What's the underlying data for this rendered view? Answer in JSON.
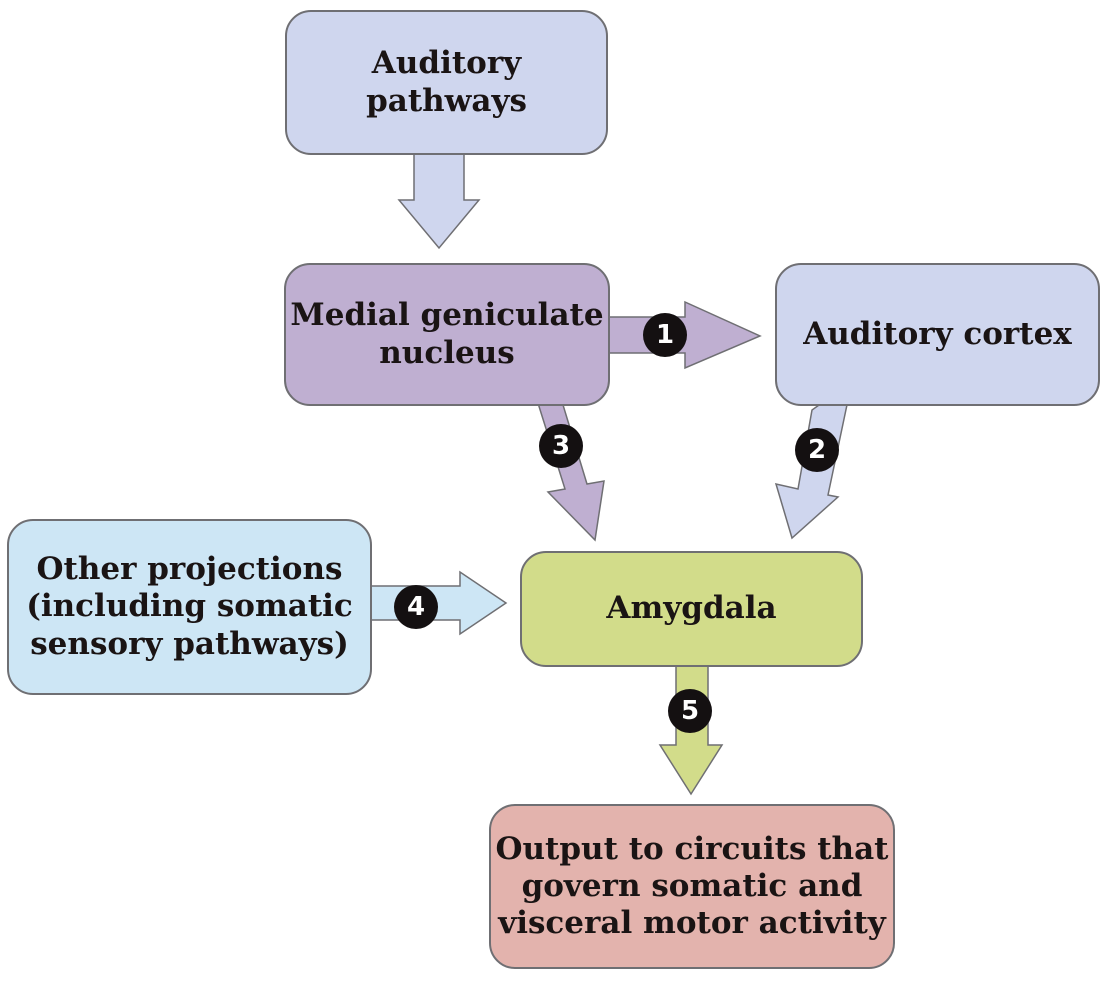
{
  "diagram": {
    "nodes": {
      "auditory_pathways": {
        "label": "Auditory\npathways",
        "color": "#cfd6ee"
      },
      "medial_geniculate": {
        "label": "Medial geniculate\nnucleus",
        "color": "#bfafd1"
      },
      "auditory_cortex": {
        "label": "Auditory cortex",
        "color": "#cfd6ee"
      },
      "other_projections": {
        "label": "Other projections\n(including somatic\nsensory pathways)",
        "color": "#cde6f5"
      },
      "amygdala": {
        "label": "Amygdala",
        "color": "#d2dc8a"
      },
      "output": {
        "label": "Output to circuits that\ngovern somatic and\nvisceral motor activity",
        "color": "#e3b3ad"
      }
    },
    "edges": [
      {
        "from": "auditory_pathways",
        "to": "medial_geniculate",
        "badge": ""
      },
      {
        "from": "medial_geniculate",
        "to": "auditory_cortex",
        "badge": "1"
      },
      {
        "from": "auditory_cortex",
        "to": "amygdala",
        "badge": "2"
      },
      {
        "from": "medial_geniculate",
        "to": "amygdala",
        "badge": "3"
      },
      {
        "from": "other_projections",
        "to": "amygdala",
        "badge": "4"
      },
      {
        "from": "amygdala",
        "to": "output",
        "badge": "5"
      }
    ],
    "stroke_color": "#6f6f73",
    "badge_color": "#141011"
  }
}
